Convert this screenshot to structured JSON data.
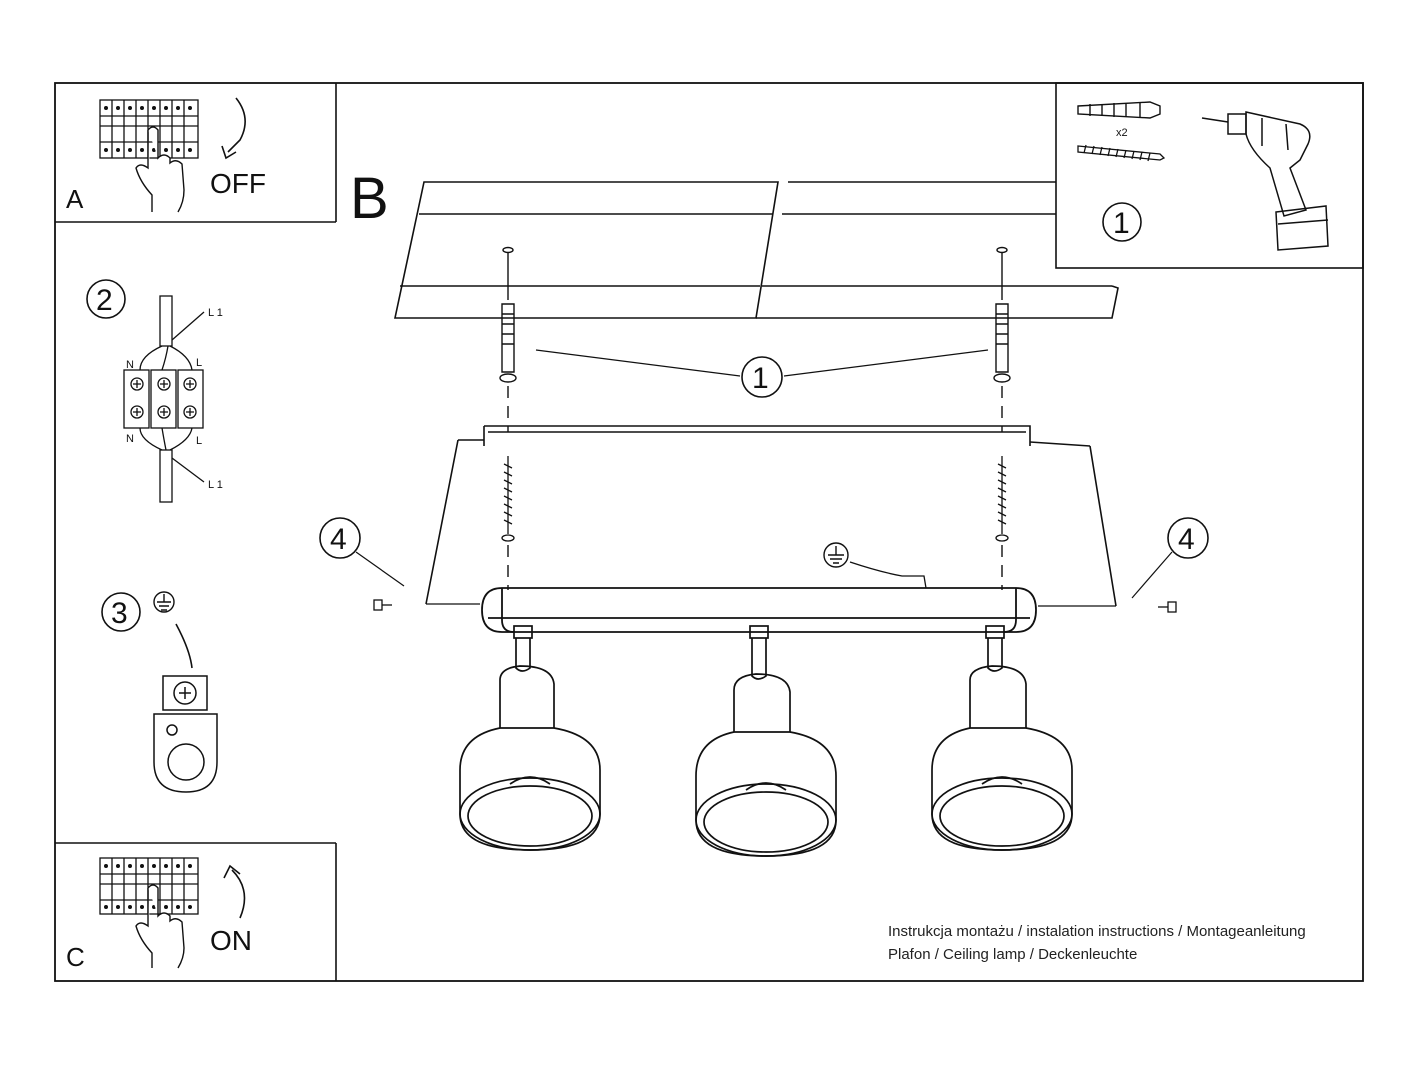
{
  "panel_a": {
    "letter": "A",
    "action": "OFF"
  },
  "panel_b": {
    "letter": "B"
  },
  "panel_c": {
    "letter": "C",
    "action": "ON"
  },
  "steps": {
    "drill": "1",
    "wiring": "2",
    "ground": "3",
    "screw": "4"
  },
  "hardware": {
    "quantity": "x2"
  },
  "wiring": {
    "live": "L 1",
    "lamp_live": "L",
    "neutral": "N"
  },
  "icons": [
    "breaker-panel-icon",
    "hand-icon",
    "arrow-down-icon",
    "arrow-up-icon",
    "drill-icon",
    "wall-plug-icon",
    "screw-icon",
    "terminal-block-icon",
    "ground-symbol-icon",
    "ground-terminal-icon",
    "ceiling-icon",
    "mounting-bracket-icon",
    "lamp-body-icon",
    "lamp-shade-icon"
  ],
  "captions": {
    "line1": "Instrukcja montażu / instalation instructions / Montageanleitung",
    "line2": "Plafon / Ceiling lamp / Deckenleuchte"
  }
}
